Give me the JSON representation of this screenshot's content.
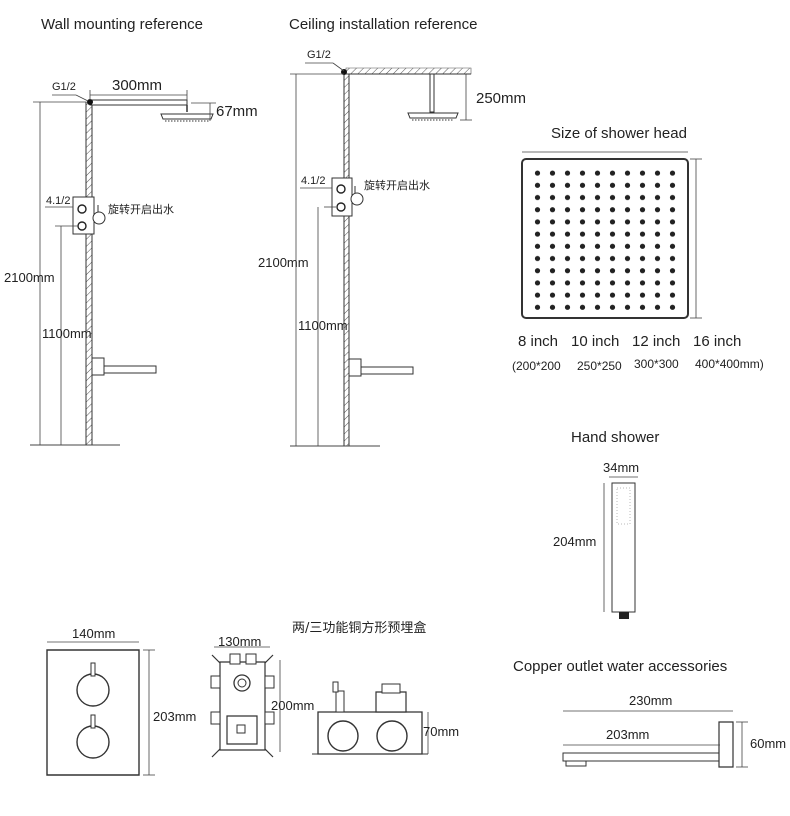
{
  "wall": {
    "title": "Wall mounting reference",
    "pipe_size": "G1/2",
    "arm_length": "300mm",
    "drop": "67mm",
    "valve_label": "4.1/2",
    "valve_note": "旋转开启出水",
    "total_height": "2100mm",
    "valve_height": "1100mm"
  },
  "ceiling": {
    "title": "Ceiling installation reference",
    "pipe_size": "G1/2",
    "drop": "250mm",
    "valve_label": "4.1/2",
    "valve_note": "旋转开启出水",
    "total_height": "2100mm",
    "valve_height": "1100mm"
  },
  "shower_head": {
    "title": "Size of shower head",
    "sizes": [
      "8 inch",
      "10 inch",
      "12 inch",
      "16 inch"
    ],
    "dims": [
      "(200*200",
      "250*250",
      "300*300",
      "400*400mm)"
    ]
  },
  "hand_shower": {
    "title": "Hand shower",
    "width": "34mm",
    "length": "204mm"
  },
  "box": {
    "title": "两/三功能铜方形预埋盒",
    "panel_width": "140mm",
    "panel_height": "203mm",
    "box_width": "130mm",
    "box_height": "200mm",
    "box_depth": "70mm"
  },
  "spout": {
    "title": "Copper outlet water accessories",
    "length": "230mm",
    "length_inner": "203mm",
    "height": "60mm"
  }
}
